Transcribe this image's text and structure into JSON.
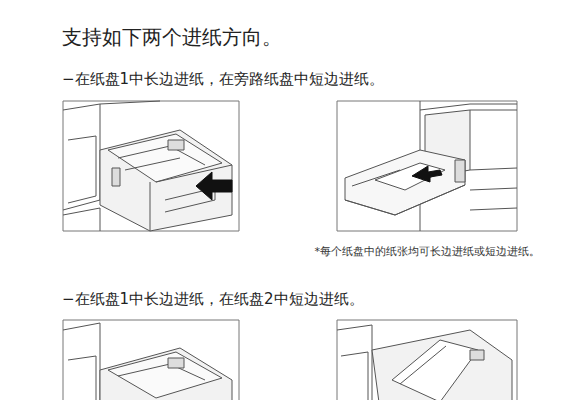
{
  "diagram": {
    "title": "支持如下两个进纸方向。",
    "labels": [
      "−在纸盘1中长边进纸，在旁路纸盘中短边进纸。",
      "*每个纸盘中的纸张均可长边进纸或短边进纸。",
      "−在纸盘1中长边进纸，在纸盘2中短边进纸。"
    ]
  }
}
